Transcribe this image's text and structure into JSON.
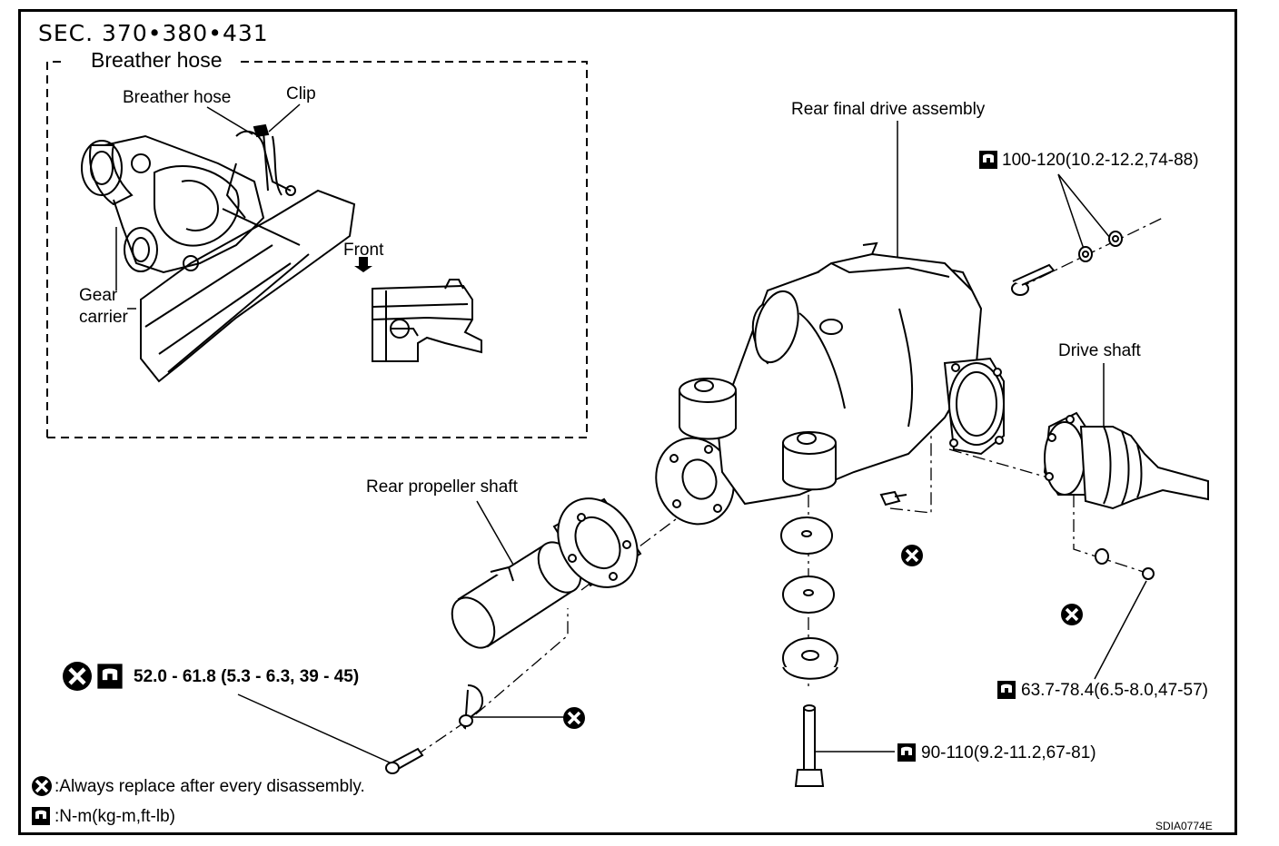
{
  "section_code": "SEC. 370•380•431",
  "inset": {
    "title": "Breather hose",
    "labels": {
      "breather_hose": "Breather hose",
      "clip": "Clip",
      "gear_carrier_line1": "Gear",
      "gear_carrier_line2": "carrier",
      "front": "Front"
    }
  },
  "parts": {
    "rear_final_drive": "Rear final drive assembly",
    "drive_shaft": "Drive shaft",
    "rear_propeller_shaft": "Rear propeller shaft"
  },
  "torques": {
    "t1": "100-120(10.2-12.2,74-88)",
    "t2": "52.0 - 61.8 (5.3 - 6.3, 39 - 45)",
    "t3": "63.7-78.4(6.5-8.0,47-57)",
    "t4": "90-110(9.2-11.2,67-81)"
  },
  "legend": {
    "replace": ":Always replace after every disassembly.",
    "torque_unit": ":N-m(kg-m,ft-lb)"
  },
  "figure_id": "SDIA0774E",
  "icons": {
    "replace": "replace-x-icon",
    "torque": "torque-wrench-icon",
    "front_arrow": "arrow-up-icon"
  }
}
